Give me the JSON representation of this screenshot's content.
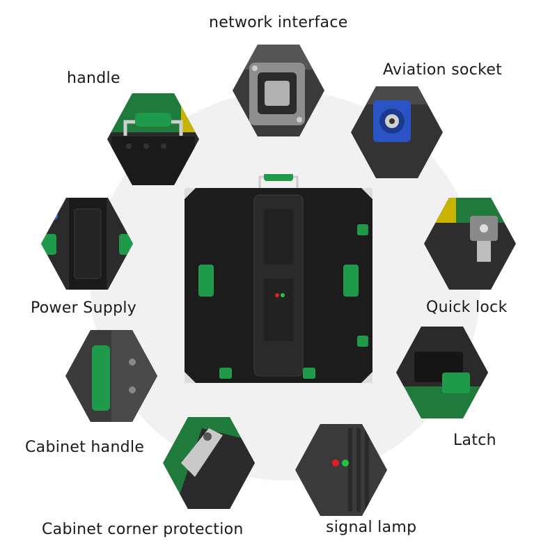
{
  "labels": {
    "network_interface": "network interface",
    "handle": "handle",
    "aviation_socket": "Aviation socket",
    "power_supply": "Power Supply",
    "quick_lock": "Quick lock",
    "cabinet_handle": "Cabinet handle",
    "latch": "Latch",
    "cabinet_corner_protection": "Cabinet corner protection",
    "signal_lamp": "signal lamp"
  },
  "colors": {
    "accent_green": "#1f9a4b",
    "cabinet_dark": "#1c1c1c",
    "background_circle": "#f1f1f1"
  },
  "icons": {
    "handle": "green-handle-icon",
    "network_interface": "network-port-icon",
    "aviation_socket": "blue-socket-icon",
    "power_supply": "power-box-icon",
    "quick_lock": "lock-pin-icon",
    "cabinet_handle": "cabinet-handle-icon",
    "latch": "latch-icon",
    "corner_protection": "corner-guard-icon",
    "signal_lamp": "signal-lamp-icon"
  }
}
